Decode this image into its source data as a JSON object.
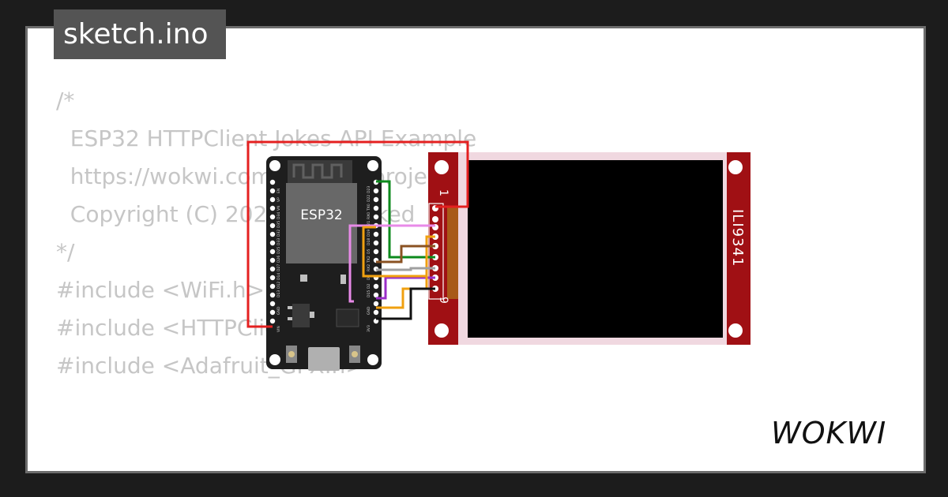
{
  "header": {
    "title": "sketch.ino"
  },
  "code_lines": [
    "/*",
    "  ESP32 HTTPClient Jokes API Example",
    "",
    "  https://wokwi.com/arduino/projects/342032431249883731",
    "",
    "  Copyright (C) 2022, Uri Shaked",
    "*/",
    "",
    "#include <WiFi.h>",
    "#include <HTTPClient.h>",
    "#include <Adafruit_GFX.h>"
  ],
  "board": {
    "label": "ESP32",
    "left_pins": [
      "EN",
      "VP",
      "VN",
      "D34",
      "D35",
      "D32",
      "D33",
      "D25",
      "D26",
      "D27",
      "D14",
      "D12",
      "D13",
      "GND",
      "VIN"
    ],
    "right_pins": [
      "D23",
      "D22",
      "TX0",
      "RX0",
      "D21",
      "D19",
      "D18",
      "D5",
      "TX2",
      "RX2",
      "D4",
      "D2",
      "D15",
      "GND",
      "3V3"
    ]
  },
  "display": {
    "label": "ILI9341",
    "pin_first": "1",
    "pin_last": "9"
  },
  "brand": {
    "logo": "WOKWI"
  },
  "colors": {
    "background": "#1c1c1c",
    "code": "#c6c6c6",
    "board": "#1e1e1e",
    "display_pcb": "#a01014",
    "wire_red": "#e42020",
    "wire_green": "#0c8a1c",
    "wire_violet": "#9a2ec8",
    "wire_pink": "#e88ae8",
    "wire_orange": "#f0a010",
    "wire_brown": "#8a5222",
    "wire_gray": "#a0a0a0",
    "wire_black": "#111111"
  }
}
